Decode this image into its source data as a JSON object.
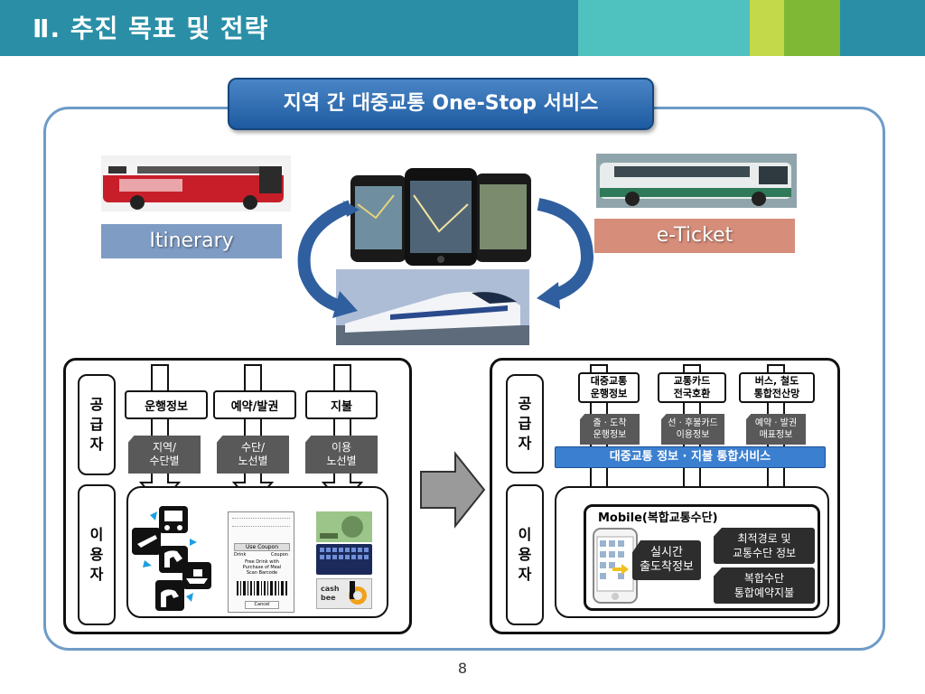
{
  "header": {
    "title": "Ⅱ. 추진 목표 및 전략"
  },
  "main": {
    "title": "지역 간 대중교통 One-Stop 서비스"
  },
  "banners": {
    "itinerary": "Itinerary",
    "eticket": "e-Ticket"
  },
  "left_panel": {
    "supply_label": [
      "공",
      "급",
      "자"
    ],
    "user_label": [
      "이",
      "용",
      "자"
    ],
    "boxes": [
      "운행정보",
      "예약/발권",
      "지불"
    ],
    "sub_boxes": [
      "지역/\n수단별",
      "수단/\n노선별",
      "이용\n노선별"
    ],
    "coupon": {
      "top": "Use Coupon",
      "drink": "Drink",
      "coupon": "Coupon",
      "body1": "Free Drink with",
      "body2": "Purchase of Meal",
      "body3": "Scan Barcode",
      "cancel": "Cancel"
    },
    "cashbee": "cash bee"
  },
  "right_panel": {
    "supply_label": [
      "공",
      "급",
      "자"
    ],
    "user_label": [
      "이",
      "용",
      "자"
    ],
    "boxes": [
      "대중교통\n운행정보",
      "교통카드\n전국호환",
      "버스, 철도\n통합전산망"
    ],
    "sub_boxes": [
      "출 · 도착\n운행정보",
      "선 · 후불카드\n이용정보",
      "예약 · 발권\n매표정보"
    ],
    "integrated": "대중교통 정보 · 지불 통합서비스",
    "mobile_title": "Mobile(복합교통수단)",
    "realtime": "실시간\n출도착정보",
    "route": "최적경로 및\n교통수단 정보",
    "booking": "복합수단\n통합예약지불"
  },
  "page_number": "8",
  "colors": {
    "header": "#2a8fa6",
    "frame": "#6f9bc7",
    "title": "#1d5aa0",
    "itinerary": "#7f9cc4",
    "eticket": "#d68e7a",
    "integrated": "#3b7fd0"
  }
}
